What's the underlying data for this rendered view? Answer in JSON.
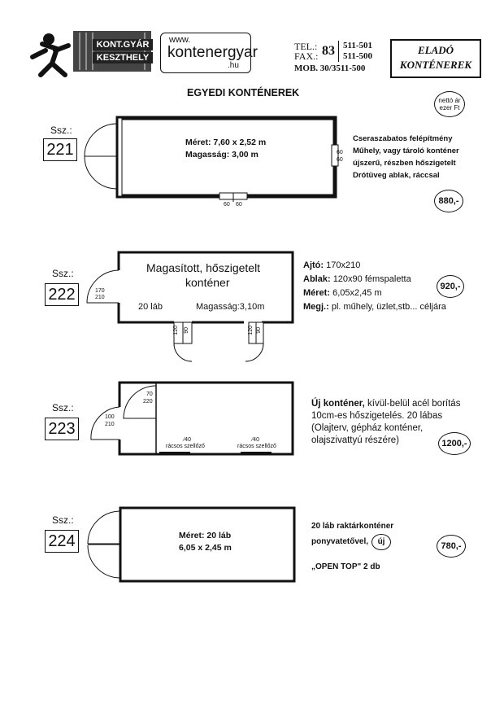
{
  "header": {
    "logo_line1": "KONT.GYÁR",
    "logo_line2": "KESZTHELY",
    "web_prefix": "www.",
    "web_main": "kontenergyar",
    "web_suffix": ".hu",
    "tel_label": "TEL.:",
    "fax_label": "FAX.:",
    "area_code": "83",
    "tel_number": "511-501",
    "fax_number": "511-500",
    "mob": "MOB. 30/3511-500",
    "badge_line1": "ELADÓ",
    "badge_line2": "KONTÉNEREK"
  },
  "page_title": "EGYEDI KONTÉNEREK",
  "net_price_note": "nettó ár ezer Ft",
  "items": [
    {
      "ssz_label": "Ssz.:",
      "number": "221",
      "inner_line1": "Méret: 7,60 x 2,52 m",
      "inner_line2": "Magasság: 3,00 m",
      "window_side": "60",
      "window_side2": "60",
      "window_bottom": "60",
      "window_bottom2": "60",
      "desc": [
        "Cseraszabatos felépítmény",
        "Műhely, vagy tároló konténer",
        "újszerű, részben hőszigetelt",
        "Drótüveg ablak, ráccsal"
      ],
      "price": "880,-"
    },
    {
      "ssz_label": "Ssz.:",
      "number": "222",
      "inner_line1": "Magasított, hőszigetelt",
      "inner_line2": "konténer",
      "inner_left": "20 láb",
      "inner_right": "Magasság:3,10m",
      "door_left_a": "170",
      "door_left_b": "210",
      "win1_a": "120",
      "win1_b": "90",
      "win2_a": "120",
      "win2_b": "90",
      "spec_ajto_label": "Ajtó:",
      "spec_ajto_value": "170x210",
      "spec_ablak_label": "Ablak:",
      "spec_ablak_value": "120x90 fémspaletta",
      "spec_meret_label": "Méret:",
      "spec_meret_value": "6,05x2,45 m",
      "spec_megj_label": "Megj.:",
      "spec_megj_value": "pl. műhely, üzlet,stb... céljára",
      "price": "920,-"
    },
    {
      "ssz_label": "Ssz.:",
      "number": "223",
      "door_left_a": "100",
      "door_left_b": "210",
      "door_inner_a": "70",
      "door_inner_b": "220",
      "vent1_size": "40",
      "vent1_label": "rácsos szellőző",
      "vent2_size": "40",
      "vent2_label": "rácsos szellőző",
      "desc_bold": "Új konténer,",
      "desc_rest1": " kívül-belül acél borítás",
      "desc_line2": "10cm-es hőszigetelés. 20 lábas",
      "desc_line3": "(Olajterv, gépház konténer,",
      "desc_line4": "olajszivattyú részére)",
      "price": "1200,-"
    },
    {
      "ssz_label": "Ssz.:",
      "number": "224",
      "inner_line1": "Méret: 20 láb",
      "inner_line2": "6,05 x 2,45 m",
      "desc_line1": "20 láb raktárkonténer",
      "desc_line2": "ponyvatetővel,",
      "new_badge": "új",
      "desc_line3": "„OPEN TOP\"  2 db",
      "price": "780,-"
    }
  ]
}
